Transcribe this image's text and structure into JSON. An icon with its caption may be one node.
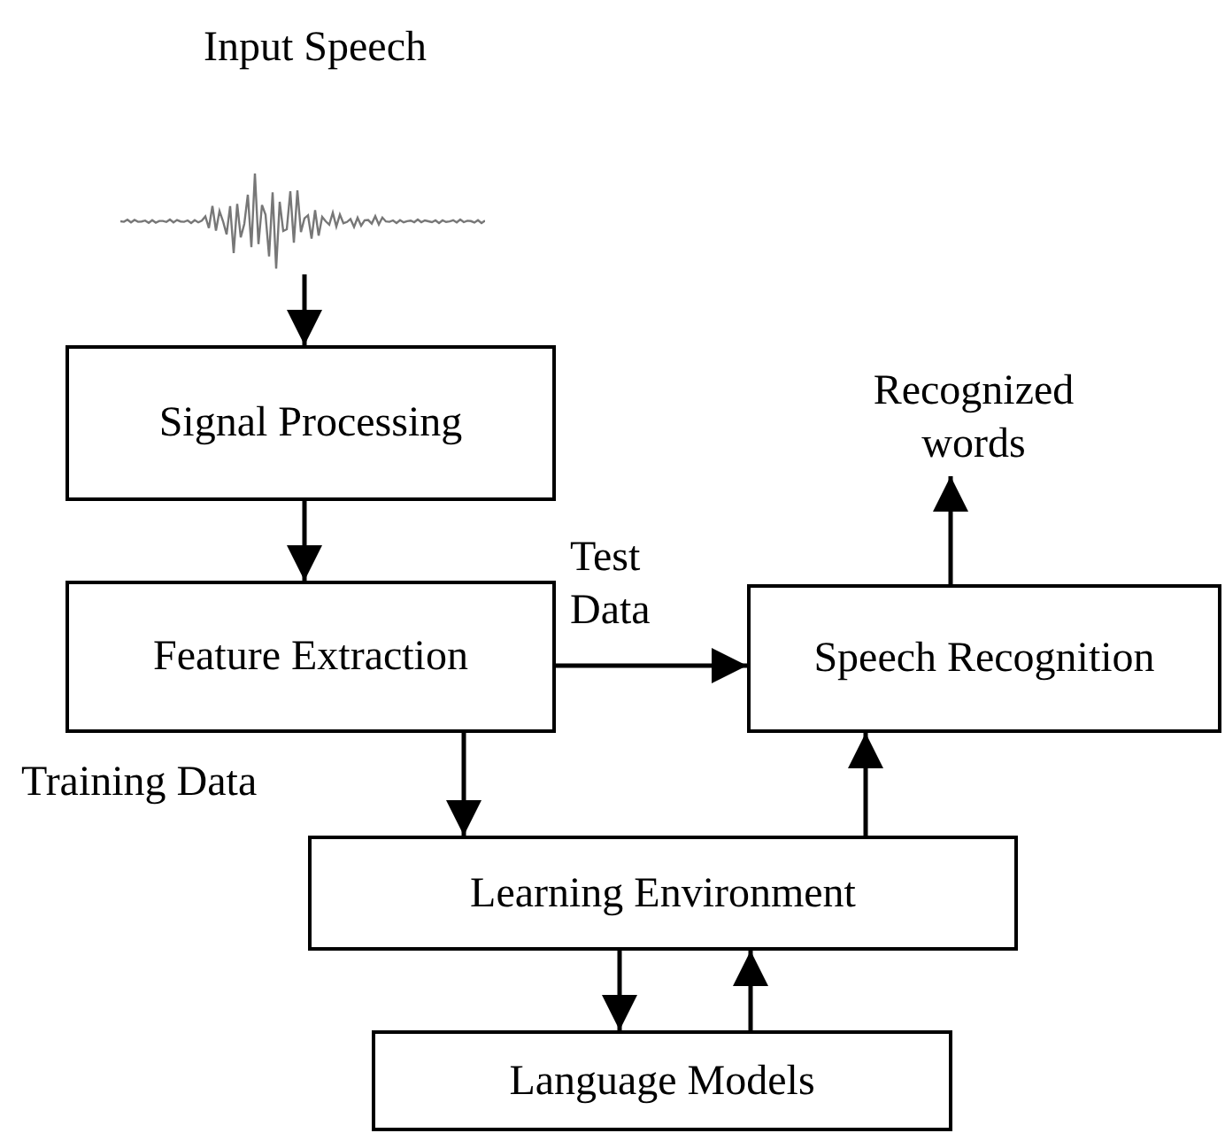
{
  "diagram": {
    "nodes": [
      {
        "text": [],
        "shape": "picture",
        "beside": [
          "Input Speech"
        ]
      },
      {
        "text": [
          "Signal Processing"
        ]
      },
      {
        "text": [
          "Feature Extraction"
        ]
      },
      {
        "text": [
          "Speech Recognition"
        ]
      },
      {
        "text": [
          "Recognized words"
        ]
      },
      {
        "text": [
          "Learning Environment"
        ]
      },
      {
        "text": [
          "Language Models"
        ]
      }
    ],
    "edges": [
      {
        "from": 0,
        "to": 1,
        "arrow": "to"
      },
      {
        "from": 1,
        "to": 2,
        "arrow": "to"
      },
      {
        "from": 2,
        "to": 3,
        "arrow": "to",
        "label": "Test Data"
      },
      {
        "from": 2,
        "to": 5,
        "arrow": "to",
        "label": "Training Data"
      },
      {
        "from": 5,
        "to": 3,
        "arrow": "to"
      },
      {
        "from": 3,
        "to": 4,
        "arrow": "to"
      },
      {
        "from": 5,
        "to": 6,
        "arrow": "to"
      },
      {
        "from": 6,
        "to": 5,
        "arrow": "to"
      }
    ]
  }
}
